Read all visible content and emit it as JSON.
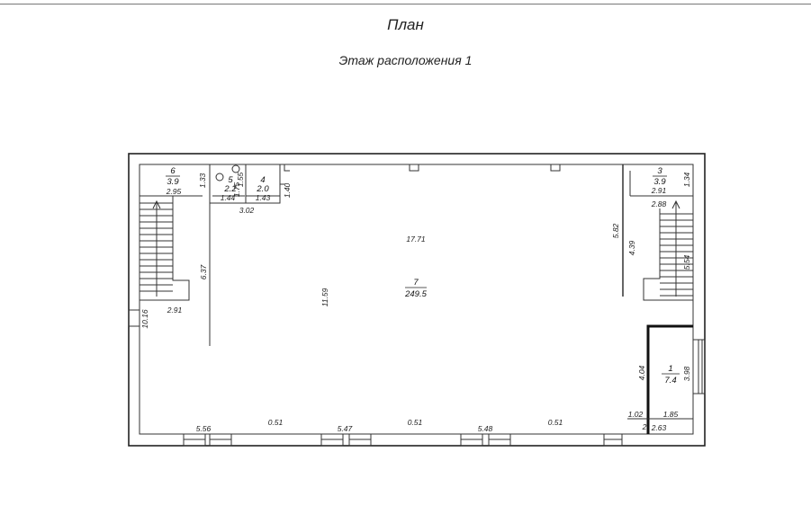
{
  "header": {
    "title": "План",
    "subtitle": "Этаж расположения 1"
  },
  "rooms": [
    {
      "number": "6",
      "area": "3.9"
    },
    {
      "number": "5",
      "area": "2.2"
    },
    {
      "number": "4",
      "area": "2.0"
    },
    {
      "number": "3",
      "area": "3.9"
    },
    {
      "number": "7",
      "area": "249.5"
    },
    {
      "number": "1",
      "area": "7.4"
    }
  ],
  "dims": [
    "2.95",
    "1.33",
    "1.44",
    "1.43",
    "3.02",
    "1.55",
    "1.40",
    "2.91",
    "1.34",
    "2.88",
    "6.37",
    "10.16",
    "2.91",
    "11.59",
    "17.71",
    "5.82",
    "4.39",
    "5.54",
    "4.04",
    "3.98",
    "5.56",
    "0.51",
    "5.47",
    "0.51",
    "5.48",
    "0.51",
    "1.02",
    "1.85",
    "2",
    "2.63",
    "1.75"
  ]
}
